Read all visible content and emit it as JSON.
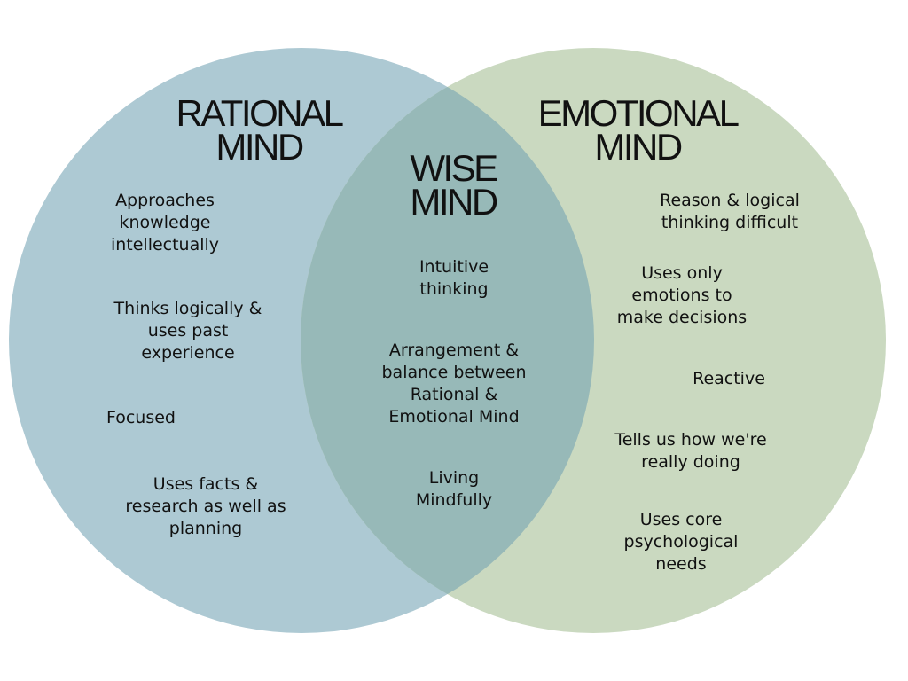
{
  "colors": {
    "background": "#ffffff",
    "rational_circle": "#adc9d3",
    "emotional_circle": "#cad9c0",
    "overlap": "#97b9b8",
    "text": "#111111"
  },
  "rational": {
    "title": "RATIONAL\nMIND",
    "items": [
      "Approaches\nknowledge\nintellectually",
      "Thinks logically &\nuses past\nexperience",
      "Focused",
      "Uses facts &\nresearch as well as\nplanning"
    ]
  },
  "wise": {
    "title": "WISE\nMIND",
    "items": [
      "Intuitive\nthinking",
      "Arrangement &\nbalance between\nRational &\nEmotional Mind",
      "Living\nMindfully"
    ]
  },
  "emotional": {
    "title": "EMOTIONAL\nMIND",
    "items": [
      "Reason & logical\nthinking difficult",
      "Uses only\nemotions to\nmake decisions",
      "Reactive",
      "Tells us how we're\nreally doing",
      "Uses core\npsychological\nneeds"
    ]
  }
}
